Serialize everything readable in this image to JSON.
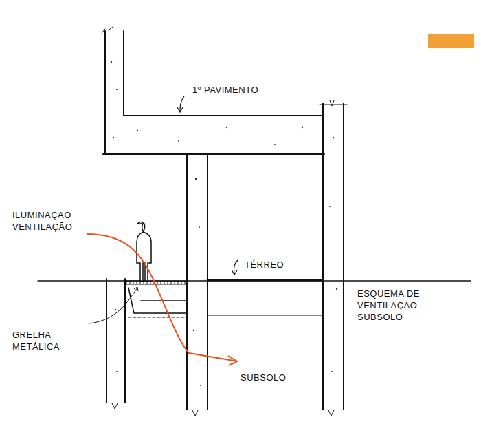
{
  "diagram": {
    "labels": [
      "1º PAVIMENTO",
      "ILUMINAÇÃO VENTILAÇÃO",
      "TÉRREO",
      "ESQUEMA DE VENTILAÇÃO SUBSOLO",
      "GRELHA METÁLICA",
      "SUBSOLO"
    ]
  }
}
